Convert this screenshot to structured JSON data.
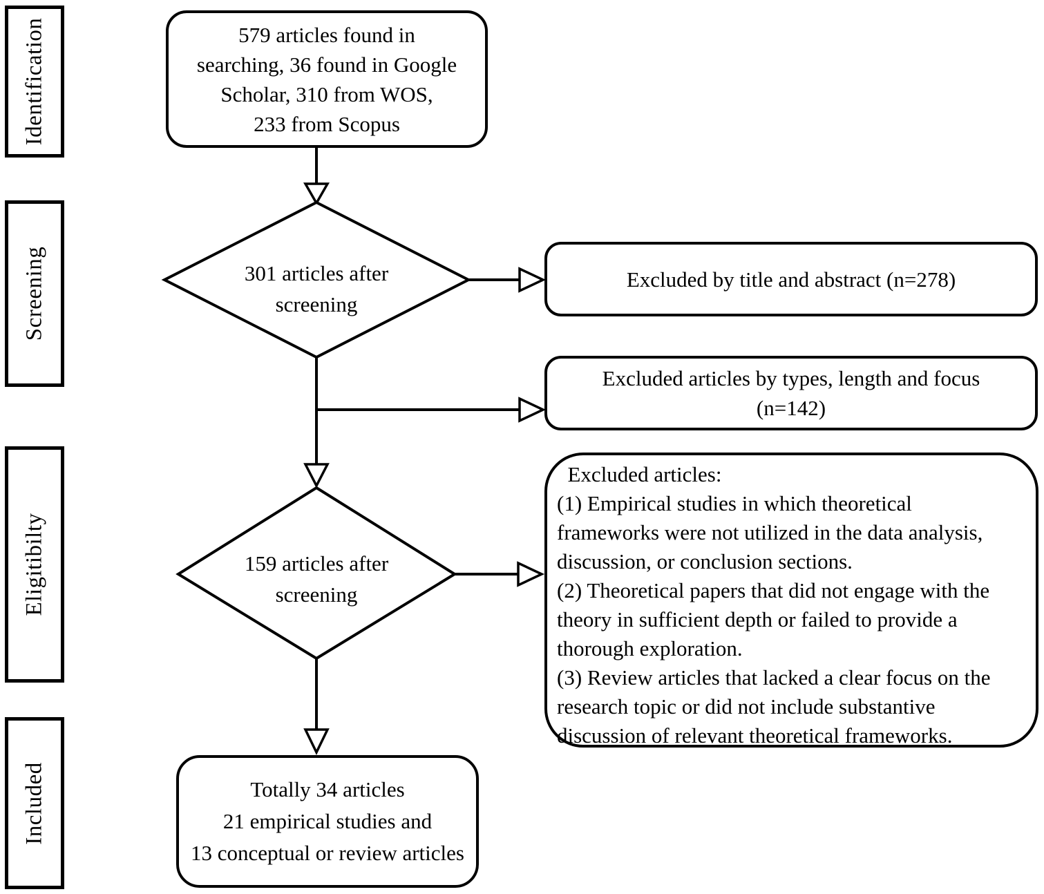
{
  "diagram_title": "Article screening flowchart",
  "colors": {
    "line": "#000000",
    "fill": "#ffffff",
    "text": "#000000"
  },
  "stages": [
    {
      "label": "Identification"
    },
    {
      "label": "Screening"
    },
    {
      "label": "Eligitibilty"
    },
    {
      "label": "Included"
    }
  ],
  "flow": {
    "top_box": {
      "lines": [
        "579 articles found in",
        "searching, 36 found in Google",
        "Scholar, 310 from WOS,",
        "233 from Scopus"
      ]
    },
    "diamond1": {
      "lines": [
        "301 articles after",
        "screening"
      ]
    },
    "excluded_title_abstract": {
      "lines": [
        "Excluded by title and abstract (n=278)"
      ]
    },
    "excluded_types": {
      "lines": [
        "Excluded articles by types, length and focus",
        "(n=142)"
      ]
    },
    "diamond2": {
      "lines": [
        "159 articles after",
        "screening"
      ]
    },
    "excluded_details": {
      "lines": [
        "  Excluded articles:",
        "(1) Empirical studies in which theoretical",
        "frameworks were not utilized in the data analysis,",
        "discussion, or conclusion sections.",
        "(2) Theoretical papers that did not engage with the",
        "theory in sufficient depth or failed to provide a",
        "thorough exploration.",
        "(3) Review articles that lacked a clear focus on the",
        "research topic or did not include substantive",
        "discussion of relevant theoretical frameworks."
      ]
    },
    "included_box": {
      "lines": [
        "Totally 34 articles",
        "21 empirical studies and",
        "13 conceptual or review articles"
      ]
    }
  }
}
